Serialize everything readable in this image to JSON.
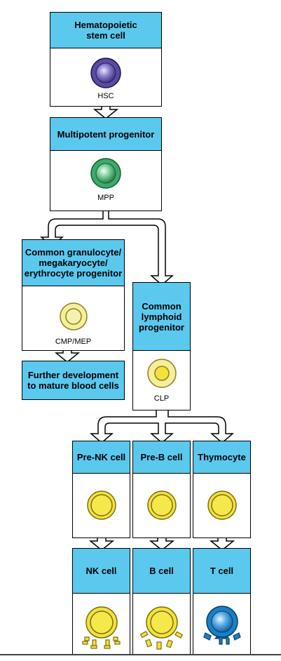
{
  "hsc": {
    "title": "Hematopoietic\nstem cell",
    "abbr": "HSC"
  },
  "mpp": {
    "title": "Multipotent progenitor",
    "abbr": "MPP"
  },
  "cmp": {
    "title": "Common granulocyte/\nmegakaryocyte/\nerythrocyte progenitor",
    "abbr": "CMP/MEP"
  },
  "further": {
    "title": "Further development\nto mature blood cells"
  },
  "clp": {
    "title": "Common\nlymphoid\nprogenitor",
    "abbr": "CLP"
  },
  "prenk": {
    "title": "Pre-NK cell"
  },
  "preb": {
    "title": "Pre-B cell"
  },
  "thymo": {
    "title": "Thymocyte"
  },
  "nk": {
    "title": "NK cell"
  },
  "b": {
    "title": "B cell"
  },
  "t": {
    "title": "T cell"
  },
  "colors": {
    "header": "#5bc8ee",
    "hsc_cell": "#5a4aa0",
    "mpp_cell": "#3aaa6a",
    "progenitor_cell": "#f5ee9a",
    "lymphocyte_cell": "#f3e23a",
    "t_cell": "#1a7fc4"
  }
}
